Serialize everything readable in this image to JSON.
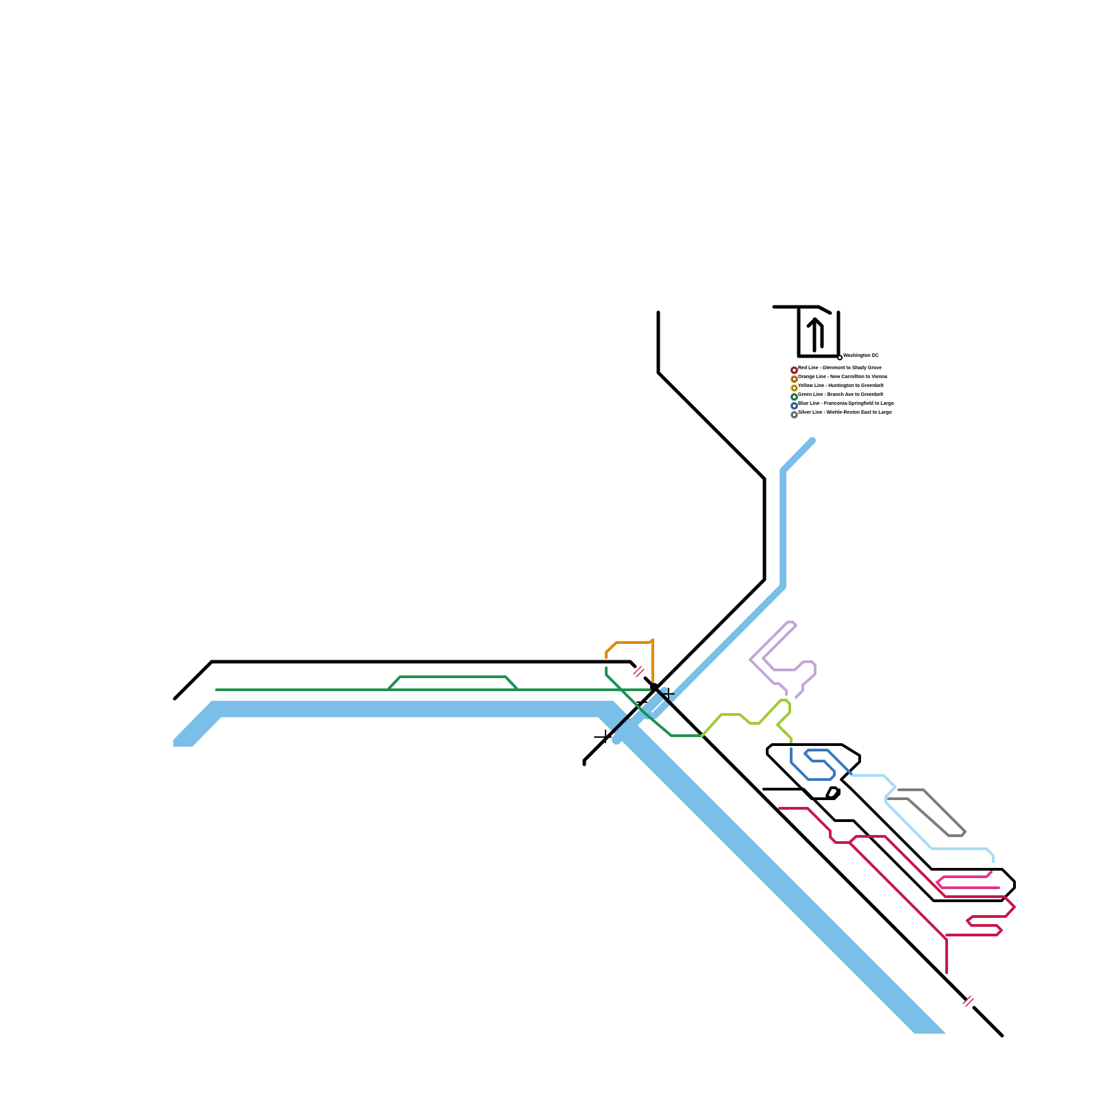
{
  "map": {
    "city_label": "Washington DC",
    "legend": [
      {
        "label": "Red Line - Glenmont to Shady Grove",
        "color": "#c8102e"
      },
      {
        "label": "Orange Line - New Carrollton to Vienna",
        "color": "#e08a00"
      },
      {
        "label": "Yellow Line - Huntington to Greenbelt",
        "color": "#f2c500"
      },
      {
        "label": "Green Line - Branch Ave to Greenbelt",
        "color": "#1d9150"
      },
      {
        "label": "Blue Line - Franconia-Springfield to Largo",
        "color": "#2f73c3"
      },
      {
        "label": "Silver Line - Wiehle-Reston East to Largo",
        "color": "#8a8a8a"
      }
    ],
    "colors": {
      "river": "#7bbfe8",
      "black_line": "#000000",
      "green": "#1d9150",
      "orange": "#e08a00",
      "lime": "#a2c93a",
      "lavender": "#c4a6d6",
      "blue": "#3a78c2",
      "light_blue": "#a8dcf5",
      "gray": "#7d7d7d",
      "pink": "#e0368c",
      "crimson": "#c8184a"
    }
  }
}
